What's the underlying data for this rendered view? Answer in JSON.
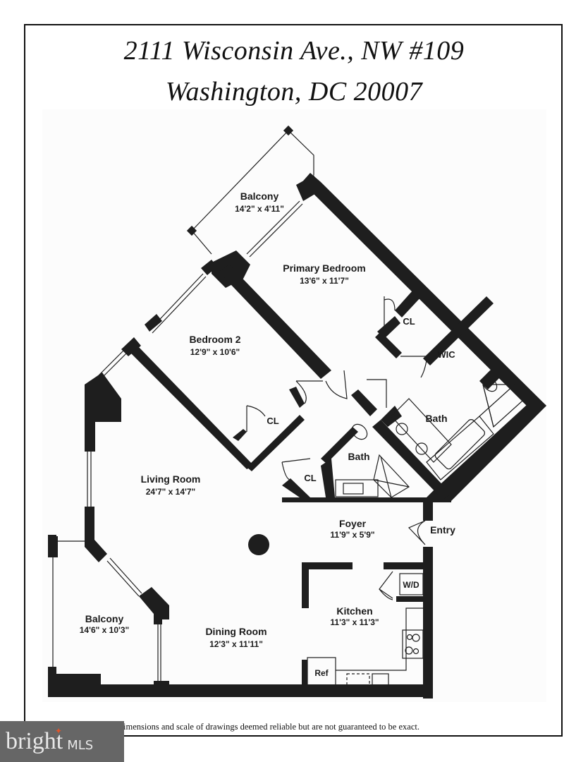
{
  "header": {
    "address_line": "2111 Wisconsin Ave., NW #109",
    "city_line": "Washington, DC 20007"
  },
  "rooms": {
    "balcony_top": {
      "name": "Balcony",
      "dims": "14'2\" x 4'11\""
    },
    "primary_bedroom": {
      "name": "Primary Bedroom",
      "dims": "13'6\" x 11'7\""
    },
    "primary_closet": {
      "name": "CL"
    },
    "wic": {
      "name": "WIC"
    },
    "bedroom2": {
      "name": "Bedroom 2",
      "dims": "12'9\" x 10'6\""
    },
    "bedroom2_closet": {
      "name": "CL"
    },
    "primary_bath": {
      "name": "Bath"
    },
    "hall_bath": {
      "name": "Bath"
    },
    "hall_closet": {
      "name": "CL"
    },
    "living_room": {
      "name": "Living Room",
      "dims": "24'7\" x 14'7\""
    },
    "foyer": {
      "name": "Foyer",
      "dims": "11'9\" x 5'9\""
    },
    "entry": {
      "name": "Entry"
    },
    "washer_dryer": {
      "name": "W/D"
    },
    "kitchen": {
      "name": "Kitchen",
      "dims": "11'3\" x 11'3\""
    },
    "refrigerator": {
      "name": "Ref"
    },
    "balcony_left": {
      "name": "Balcony",
      "dims": "14'6\" x 10'3\""
    },
    "dining_room": {
      "name": "Dining Room",
      "dims": "12'3\" x 11'11\""
    }
  },
  "footer": {
    "disclaimer": "imensions and scale of drawings deemed reliable but are not guaranteed to be exact.",
    "logo_word": "bright",
    "logo_suffix": "MLS"
  },
  "colors": {
    "wall": "#1e1e1e",
    "logo_bg": "#666666",
    "logo_accent": "#e0552b"
  }
}
